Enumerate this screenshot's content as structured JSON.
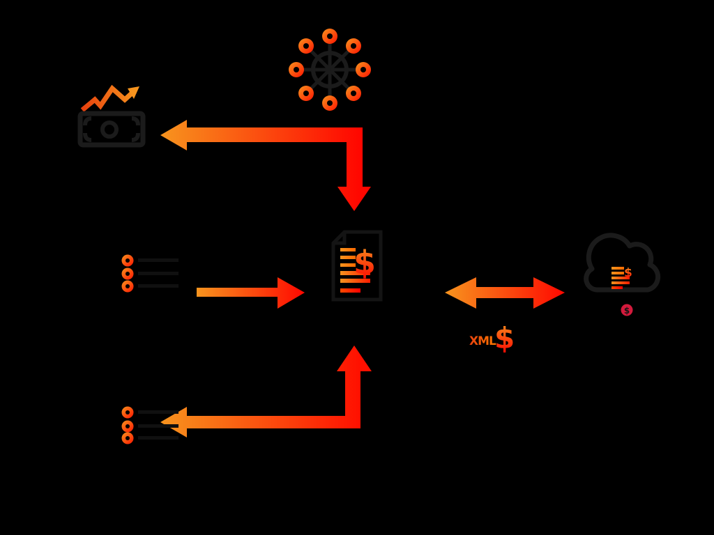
{
  "background": "#000000",
  "palette": {
    "orange": "#F7941E",
    "red": "#FF0800",
    "red_orange": "#E8420E",
    "crimson": "#D31A3C",
    "line_art_dark": "#1B1B1B"
  },
  "labels": {
    "xml": "XML",
    "xml_dollar": "$",
    "invoice_dollar": "$",
    "cloud_invoice_dollar": "$",
    "coin_dollar": "$"
  },
  "icons": {
    "hub": "dots-circle-network",
    "money": "banknote-growth-chart",
    "list_top": "bullet-list",
    "invoice": "invoice-dollar-document",
    "cloud": "cloud-with-invoice",
    "coin": "dollar-coin",
    "list_bottom": "bullet-list"
  }
}
